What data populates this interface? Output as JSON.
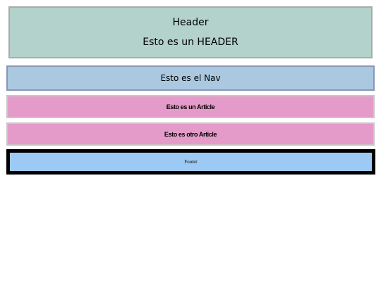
{
  "header": {
    "title": "Header",
    "subtitle": "Esto es un HEADER"
  },
  "nav": {
    "text": "Esto es el Nav"
  },
  "articles": [
    {
      "text": "Esto es un Article"
    },
    {
      "text": "Esto es otro Article"
    }
  ],
  "footer": {
    "text": "Footer"
  },
  "colors": {
    "header_bg": "#b3d2cb",
    "nav_bg": "#aac8df",
    "article_bg": "#e59bca",
    "footer_bg": "#9ccaf4",
    "footer_border": "#000000"
  }
}
